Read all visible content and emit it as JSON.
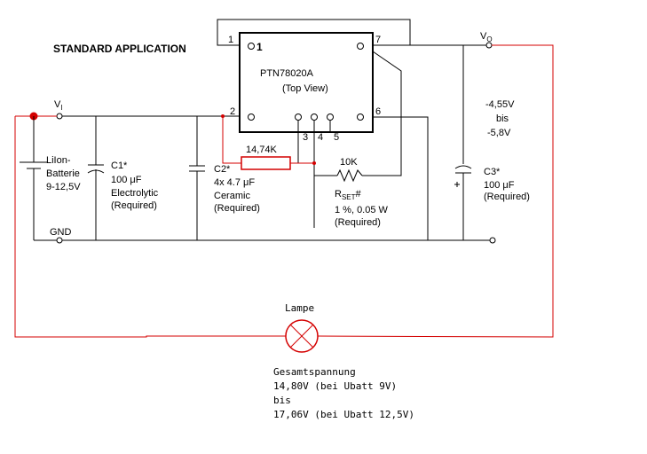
{
  "title": "STANDARD APPLICATION",
  "ic": {
    "name": "PTN78020A",
    "view": "(Top View)",
    "pins": {
      "p1": "1",
      "p1_mark": "1",
      "p2": "2",
      "p3": "3",
      "p4": "4",
      "p5": "5",
      "p6": "6",
      "p7": "7"
    }
  },
  "vi_label": "V",
  "vi_sub": "I",
  "vo_label": "V",
  "vo_sub": "O",
  "gnd_label": "GND",
  "battery": {
    "line1": "LiIon-",
    "line2": "Batterie",
    "line3": "9-12,5V"
  },
  "c1": {
    "line1": "C1*",
    "line2": "100 μF",
    "line3": "Electrolytic",
    "line4": "(Required)"
  },
  "c2": {
    "line1": "C2*",
    "line2": "4x 4.7 μF",
    "line3": "Ceramic",
    "line4": "(Required)"
  },
  "c3": {
    "line1": "C3*",
    "line2": "100 μF",
    "line3": "(Required)"
  },
  "r_added": "14,74K",
  "r_10k": "10K",
  "rset": {
    "name": "R",
    "sub": "SET",
    "suffix": "#",
    "line2": "1 %, 0.05 W",
    "line3": "(Required)"
  },
  "vout": {
    "line1": "-4,55V",
    "line2": "bis",
    "line3": "-5,8V"
  },
  "lamp": "Lampe",
  "total": {
    "line1": "Gesamtspannung",
    "line2": "14,80V (bei Ubatt 9V)",
    "line3": "bis",
    "line4": "17,06V (bei Ubatt 12,5V)"
  },
  "colors": {
    "wire": "#000000",
    "added_wire": "#d40000",
    "lamp": "#d40000"
  }
}
